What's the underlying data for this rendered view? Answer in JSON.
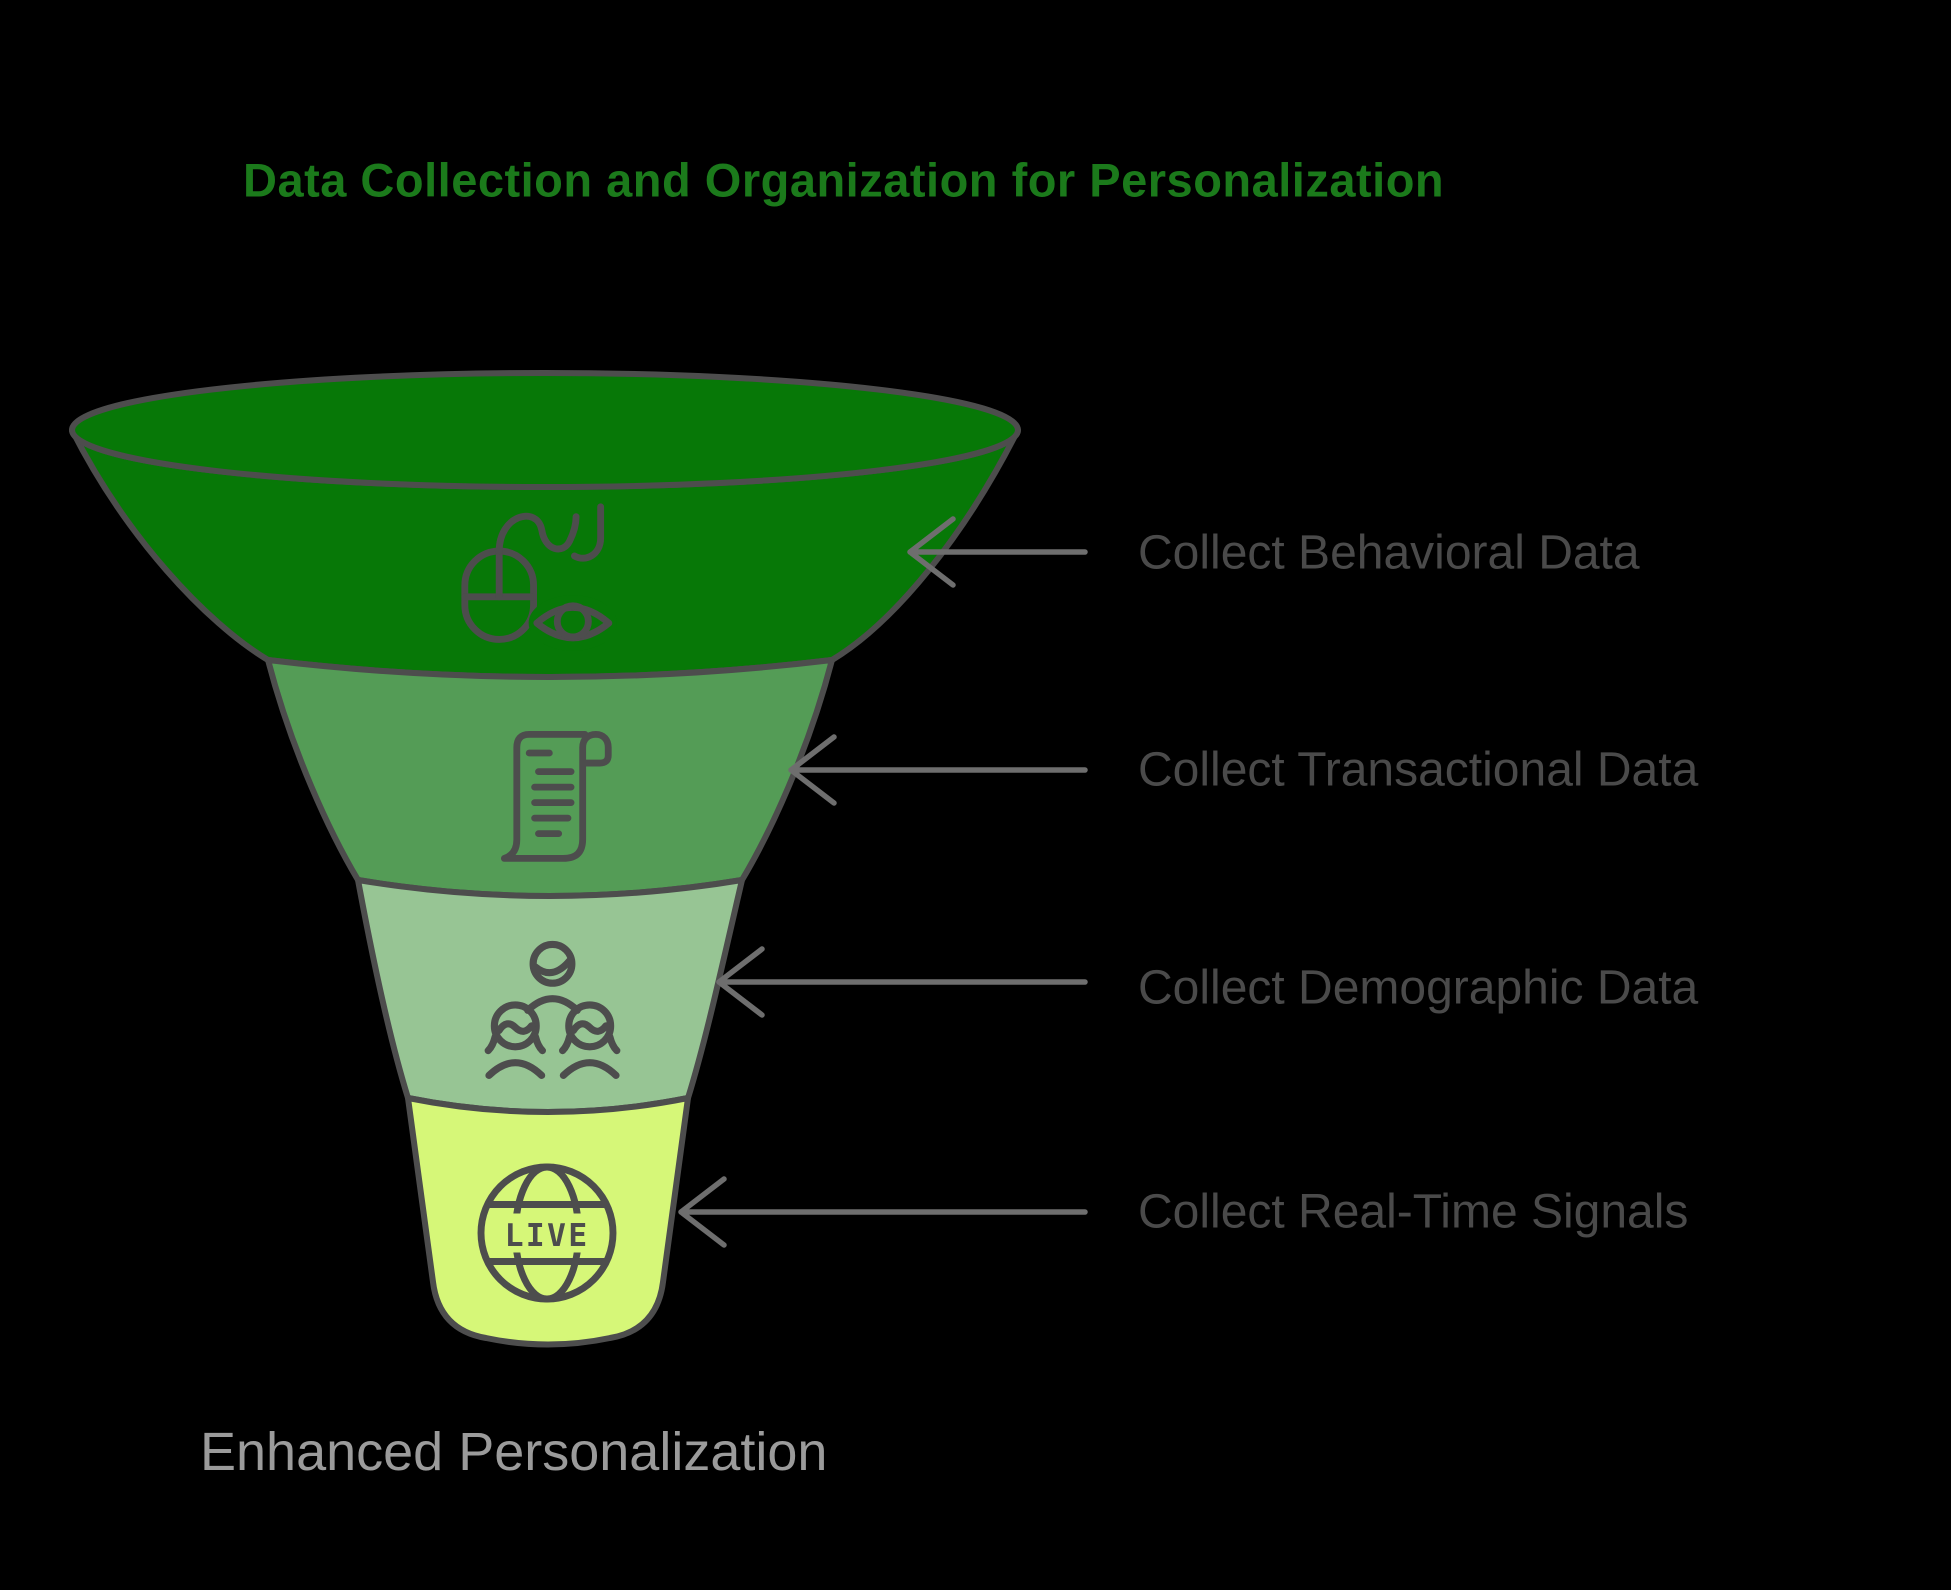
{
  "title": {
    "text": "Data Collection and Organization for Personalization",
    "color": "#1b7a1b"
  },
  "funnel": {
    "outline_color": "#4d4d4d",
    "arrow_color": "#6e6e6e",
    "label_color": "#4a4a4a",
    "outcome_color": "#9b9b9b",
    "stages": [
      {
        "label": "Collect Behavioral Data",
        "color": "#077807",
        "icon": "mouse-eye-tracking-icon"
      },
      {
        "label": "Collect Transactional Data",
        "color": "#549c56",
        "icon": "receipt-icon"
      },
      {
        "label": "Collect Demographic Data",
        "color": "#97c594",
        "icon": "people-icon"
      },
      {
        "label": "Collect Real-Time Signals",
        "color": "#d6f778",
        "icon": "live-globe-icon",
        "icon_text": "LIVE"
      }
    ],
    "outcome_label": "Enhanced Personalization"
  }
}
